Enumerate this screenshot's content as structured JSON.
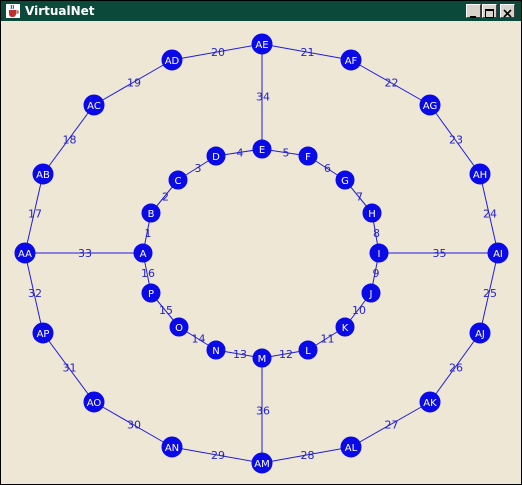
{
  "window": {
    "title": "VirtualNet",
    "icon": "java-coffee-cup-icon",
    "controls": [
      "minimize",
      "maximize",
      "close"
    ]
  },
  "colors": {
    "node": "#0a0ae8",
    "edge": "#1d1de0",
    "edge_label": "#2424c8",
    "background": "#efe7d5",
    "titlebar": "#0b4a3a"
  },
  "graph": {
    "nodes": [
      "A",
      "B",
      "C",
      "D",
      "E",
      "F",
      "G",
      "H",
      "I",
      "J",
      "K",
      "L",
      "M",
      "N",
      "O",
      "P",
      "AA",
      "AB",
      "AC",
      "AD",
      "AE",
      "AF",
      "AG",
      "AH",
      "AI",
      "AJ",
      "AK",
      "AL",
      "AM",
      "AN",
      "AO",
      "AP"
    ],
    "edges": [
      {
        "from": "A",
        "to": "B",
        "label": "1"
      },
      {
        "from": "B",
        "to": "C",
        "label": "2"
      },
      {
        "from": "C",
        "to": "D",
        "label": "3"
      },
      {
        "from": "D",
        "to": "E",
        "label": "4"
      },
      {
        "from": "E",
        "to": "F",
        "label": "5"
      },
      {
        "from": "F",
        "to": "G",
        "label": "6"
      },
      {
        "from": "G",
        "to": "H",
        "label": "7"
      },
      {
        "from": "H",
        "to": "I",
        "label": "8"
      },
      {
        "from": "I",
        "to": "J",
        "label": "9"
      },
      {
        "from": "J",
        "to": "K",
        "label": "10"
      },
      {
        "from": "K",
        "to": "L",
        "label": "11"
      },
      {
        "from": "L",
        "to": "M",
        "label": "12"
      },
      {
        "from": "M",
        "to": "N",
        "label": "13"
      },
      {
        "from": "N",
        "to": "O",
        "label": "14"
      },
      {
        "from": "O",
        "to": "P",
        "label": "15"
      },
      {
        "from": "P",
        "to": "A",
        "label": "16"
      },
      {
        "from": "AA",
        "to": "AB",
        "label": "17"
      },
      {
        "from": "AB",
        "to": "AC",
        "label": "18"
      },
      {
        "from": "AC",
        "to": "AD",
        "label": "19"
      },
      {
        "from": "AD",
        "to": "AE",
        "label": "20"
      },
      {
        "from": "AE",
        "to": "AF",
        "label": "21"
      },
      {
        "from": "AF",
        "to": "AG",
        "label": "22"
      },
      {
        "from": "AG",
        "to": "AH",
        "label": "23"
      },
      {
        "from": "AH",
        "to": "AI",
        "label": "24"
      },
      {
        "from": "AI",
        "to": "AJ",
        "label": "25"
      },
      {
        "from": "AJ",
        "to": "AK",
        "label": "26"
      },
      {
        "from": "AK",
        "to": "AL",
        "label": "27"
      },
      {
        "from": "AL",
        "to": "AM",
        "label": "28"
      },
      {
        "from": "AM",
        "to": "AN",
        "label": "29"
      },
      {
        "from": "AN",
        "to": "AO",
        "label": "30"
      },
      {
        "from": "AO",
        "to": "AP",
        "label": "31"
      },
      {
        "from": "AP",
        "to": "AA",
        "label": "32"
      },
      {
        "from": "AA",
        "to": "A",
        "label": "33"
      },
      {
        "from": "AE",
        "to": "E",
        "label": "34"
      },
      {
        "from": "I",
        "to": "AI",
        "label": "35"
      },
      {
        "from": "M",
        "to": "AM",
        "label": "36"
      }
    ]
  }
}
